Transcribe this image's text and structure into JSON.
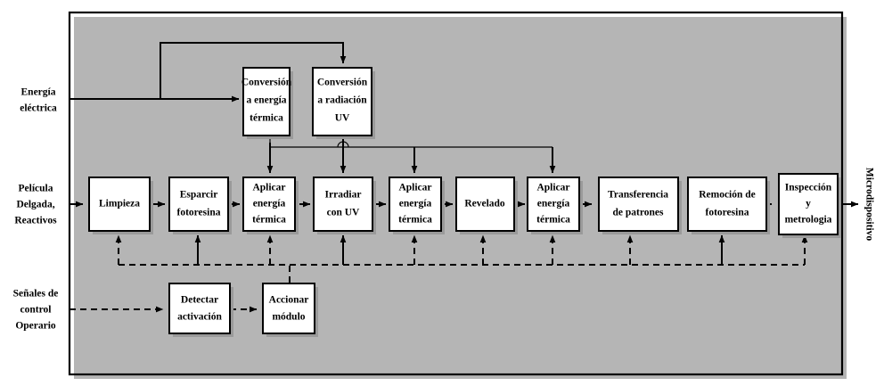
{
  "diagram": {
    "title": "Diagrama de bloques del proceso de fabricacion de microdispositivos",
    "colors": {
      "line": "#000000",
      "box_fill": "#ffffff",
      "shadow": "#9a9a9a",
      "background": "#ffffff"
    },
    "inputs": [
      {
        "id": "in-energia",
        "lines": [
          "Energía",
          "eléctrica"
        ]
      },
      {
        "id": "in-pelicula",
        "lines": [
          "Película",
          "Delgada,",
          "Reactivos"
        ]
      },
      {
        "id": "in-senales",
        "lines": [
          "Señales de",
          "control",
          "Operario"
        ]
      }
    ],
    "outputs": [
      {
        "id": "out-microdispositivo",
        "label": "Microdispositivo"
      }
    ],
    "blocks": [
      {
        "id": "conv-termica",
        "lines": [
          "Conversión",
          "a energía",
          "térmica"
        ]
      },
      {
        "id": "conv-uv",
        "lines": [
          "Conversión",
          "a radiación",
          "UV"
        ]
      },
      {
        "id": "limpieza",
        "lines": [
          "Limpieza"
        ]
      },
      {
        "id": "esparcir",
        "lines": [
          "Esparcir",
          "fotoresina"
        ]
      },
      {
        "id": "aplicar-1",
        "lines": [
          "Aplicar",
          "energía",
          "térmica"
        ]
      },
      {
        "id": "irradiar",
        "lines": [
          "Irradiar",
          "con UV"
        ]
      },
      {
        "id": "aplicar-2",
        "lines": [
          "Aplicar",
          "energía",
          "térmica"
        ]
      },
      {
        "id": "revelado",
        "lines": [
          "Revelado"
        ]
      },
      {
        "id": "aplicar-3",
        "lines": [
          "Aplicar",
          "energía",
          "térmica"
        ]
      },
      {
        "id": "transferencia",
        "lines": [
          "Transferencia",
          "de patrones"
        ]
      },
      {
        "id": "remocion",
        "lines": [
          "Remoción de",
          "fotoresina"
        ]
      },
      {
        "id": "inspeccion",
        "lines": [
          "Inspección",
          "y",
          "metrologia"
        ]
      },
      {
        "id": "detectar",
        "lines": [
          "Detectar",
          "activación"
        ]
      },
      {
        "id": "accionar",
        "lines": [
          "Accionar",
          "módulo"
        ]
      }
    ]
  }
}
